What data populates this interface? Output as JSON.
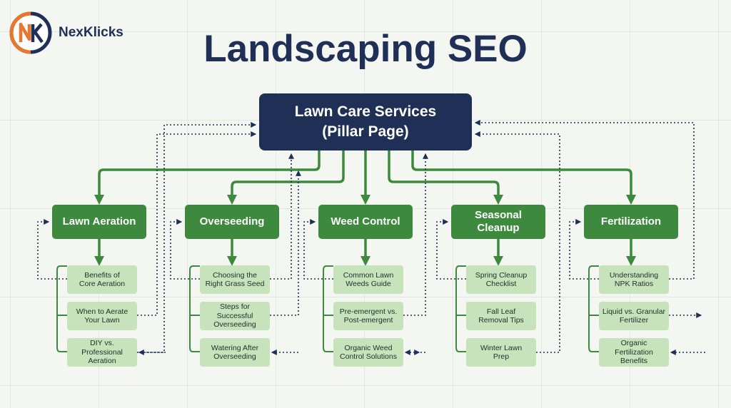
{
  "brand": {
    "name": "NexKlicks",
    "colors": {
      "navy": "#1f2f56",
      "green": "#3d8a3e",
      "orange": "#e8772e",
      "leaf": "#c6e3bc"
    }
  },
  "title": "Landscaping SEO",
  "pillar": {
    "line1": "Lawn Care Services",
    "line2": "(Pillar Page)"
  },
  "categories": [
    {
      "label": [
        "Lawn Aeration"
      ],
      "topics": [
        [
          "Benefits of",
          "Core Aeration"
        ],
        [
          "When to Aerate",
          "Your Lawn"
        ],
        [
          "DIY vs.",
          "Professional",
          "Aeration"
        ]
      ]
    },
    {
      "label": [
        "Overseeding"
      ],
      "topics": [
        [
          "Choosing the",
          "Right Grass Seed"
        ],
        [
          "Steps for",
          "Successful",
          "Overseeding"
        ],
        [
          "Watering After",
          "Overseeding"
        ]
      ]
    },
    {
      "label": [
        "Weed Control"
      ],
      "topics": [
        [
          "Common Lawn",
          "Weeds Guide"
        ],
        [
          "Pre-emergent vs.",
          "Post-emergent"
        ],
        [
          "Organic Weed",
          "Control Solutions"
        ]
      ]
    },
    {
      "label": [
        "Seasonal",
        "Cleanup"
      ],
      "topics": [
        [
          "Spring Cleanup",
          "Checklist"
        ],
        [
          "Fall Leaf",
          "Removal Tips"
        ],
        [
          "Winter Lawn",
          "Prep"
        ]
      ]
    },
    {
      "label": [
        "Fertilization"
      ],
      "topics": [
        [
          "Understanding",
          "NPK Ratios"
        ],
        [
          "Liquid vs. Granular",
          "Fertilizer"
        ],
        [
          "Organic",
          "Fertilization",
          "Benefits"
        ]
      ]
    }
  ]
}
